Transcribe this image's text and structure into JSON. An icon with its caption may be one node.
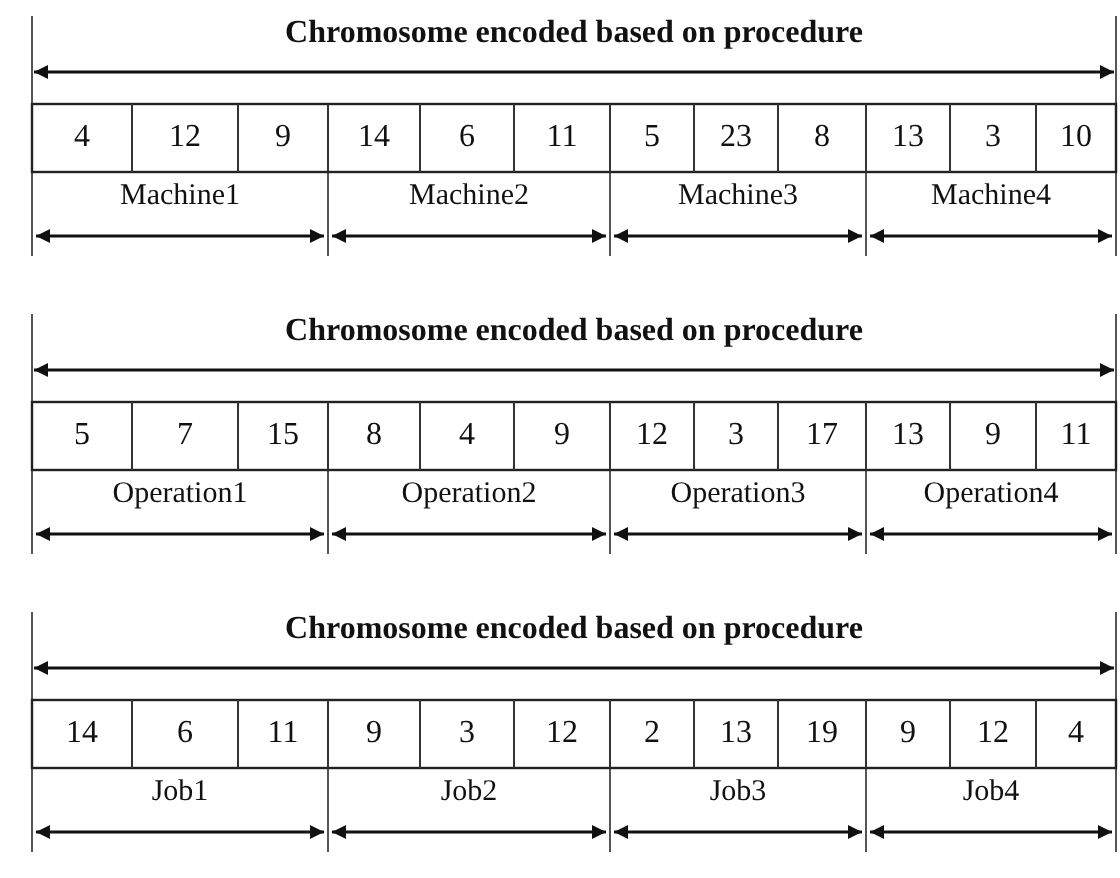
{
  "diagram": {
    "labels": [
      "Chromosome encoded based on procedure",
      "4",
      "12",
      "9",
      "14",
      "6",
      "11",
      "5",
      "23",
      "8",
      "13",
      "3",
      "10",
      "Machine1",
      "Machine2",
      "Machine3",
      "Machine4",
      "Chromosome encoded based on procedure",
      "5",
      "7",
      "15",
      "8",
      "4",
      "9",
      "12",
      "3",
      "17",
      "13",
      "9",
      "11",
      "Operation1",
      "Operation2",
      "Operation3",
      "Operation4",
      "Chromosome encoded based on procedure",
      "14",
      "6",
      "11",
      "9",
      "3",
      "12",
      "2",
      "13",
      "19",
      "9",
      "12",
      "4",
      "Job1",
      "Job2",
      "Job3",
      "Job4"
    ]
  }
}
